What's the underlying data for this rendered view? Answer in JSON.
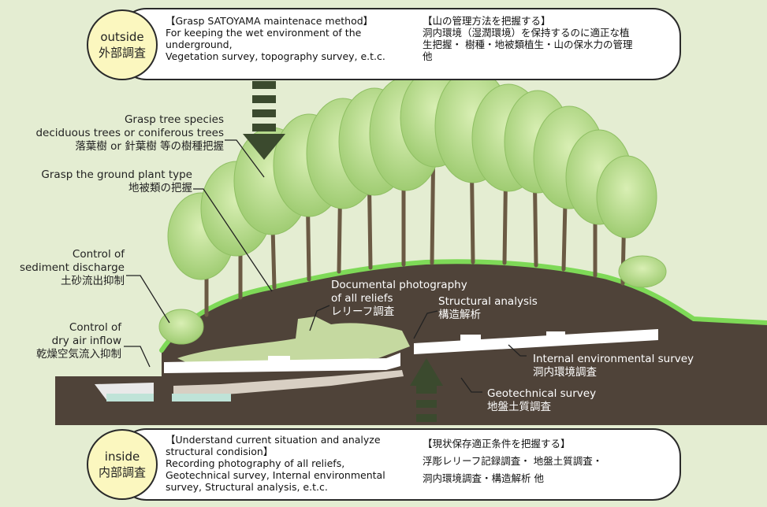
{
  "colors": {
    "background": "#e4edd2",
    "soil": "#4f4339",
    "grass": "#7ed957",
    "arrow": "#3b4a2e",
    "badge_fill": "#fbf7bf",
    "relief": "#c5d9a0",
    "tunnel": "#ffffff"
  },
  "outside": {
    "badge": {
      "en": "outside",
      "jp": "外部調査"
    },
    "en_text": "【Grasp SATOYAMA maintenace method】\nFor keeping the wet environment of the\nunderground,\nVegetation survey, topography survey, e.t.c.",
    "jp_text": "【山の管理方法を把握する】\n洞内環境（湿潤環境）を保持するのに適正な植\n生把握・ 樹種・地被類植生・山の保水力の管理\n他"
  },
  "inside": {
    "badge": {
      "en": "inside",
      "jp": "内部調査"
    },
    "en_text": "【Understand current situation and analyze\nstructural condision】\nRecording photography of all reliefs,\nGeotechnical survey, Internal environmental\nsurvey, Structural analysis, e.t.c.",
    "jp_text": "【現状保存適正条件を把握する】\n浮彫レリーフ記録調査・ 地盤土質調査・\n洞内環境調査・構造解析 他"
  },
  "labels": {
    "tree_species": "Grasp tree species\ndeciduous trees or coniferous trees\n落葉樹 or 針葉樹 等の樹種把握",
    "ground_plant": "Grasp the ground plant type\n地被類の把握",
    "sediment": "Control of\nsediment discharge\n土砂流出抑制",
    "dry_air": "Control of\ndry air inflow\n乾燥空気流入抑制",
    "documental": "Documental photography\nof all reliefs\nレリーフ調査",
    "structural": "Structural analysis\n構造解析",
    "internal": "Internal environmental survey\n洞内環境調査",
    "geotechnical": "Geotechnical survey\n地盤土質調査"
  }
}
